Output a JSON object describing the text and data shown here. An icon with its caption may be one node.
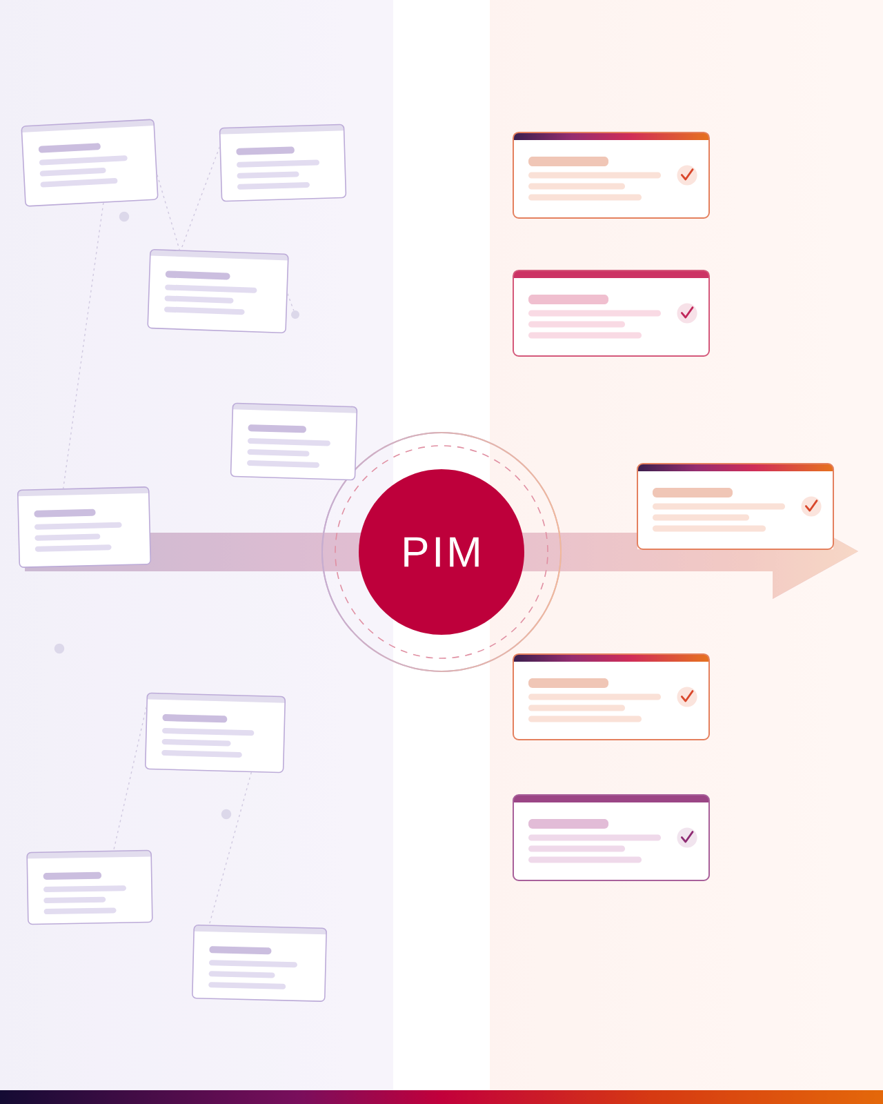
{
  "diagram": {
    "nodes": [
      {
        "text": [],
        "shape": "box"
      },
      {
        "text": [],
        "shape": "box"
      },
      {
        "text": [],
        "shape": "box"
      },
      {
        "text": [],
        "shape": "circle"
      },
      {
        "text": [],
        "shape": "box"
      },
      {
        "text": [],
        "shape": "box"
      },
      {
        "text": [],
        "shape": "box"
      },
      {
        "text": [],
        "shape": "box"
      },
      {
        "text": [],
        "shape": "box"
      },
      {
        "text": [
          "PIM"
        ]
      },
      {
        "text": [],
        "shape": "box"
      },
      {
        "text": [],
        "shape": "box"
      },
      {
        "text": [],
        "shape": "box"
      },
      {
        "text": [],
        "shape": "box"
      },
      {
        "text": [],
        "shape": "box"
      }
    ],
    "edges": [
      {
        "from": 0,
        "to": 5,
        "arrow": "none",
        "style": "dashed"
      },
      {
        "from": 0,
        "to": 2,
        "arrow": "none",
        "style": "dashed"
      },
      {
        "from": 1,
        "to": 2,
        "arrow": "none",
        "style": "dashed"
      },
      {
        "from": 2,
        "to": 3,
        "arrow": "none",
        "style": "dashed"
      },
      {
        "from": 6,
        "to": 7,
        "arrow": "none",
        "style": "dashed"
      },
      {
        "from": 6,
        "to": 8,
        "arrow": "none",
        "style": "dashed"
      }
    ]
  }
}
